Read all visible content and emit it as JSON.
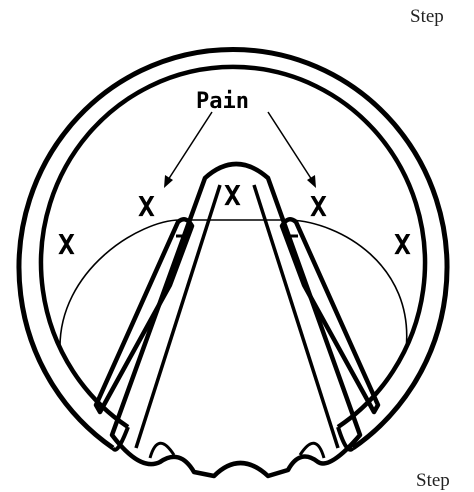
{
  "labels": {
    "step_top": "Step",
    "step_bottom": "Step",
    "pain": "Pain",
    "marks": [
      "X",
      "X",
      "X",
      "X",
      "X"
    ]
  },
  "colors": {
    "ink": "#000000",
    "background": "#ffffff"
  }
}
